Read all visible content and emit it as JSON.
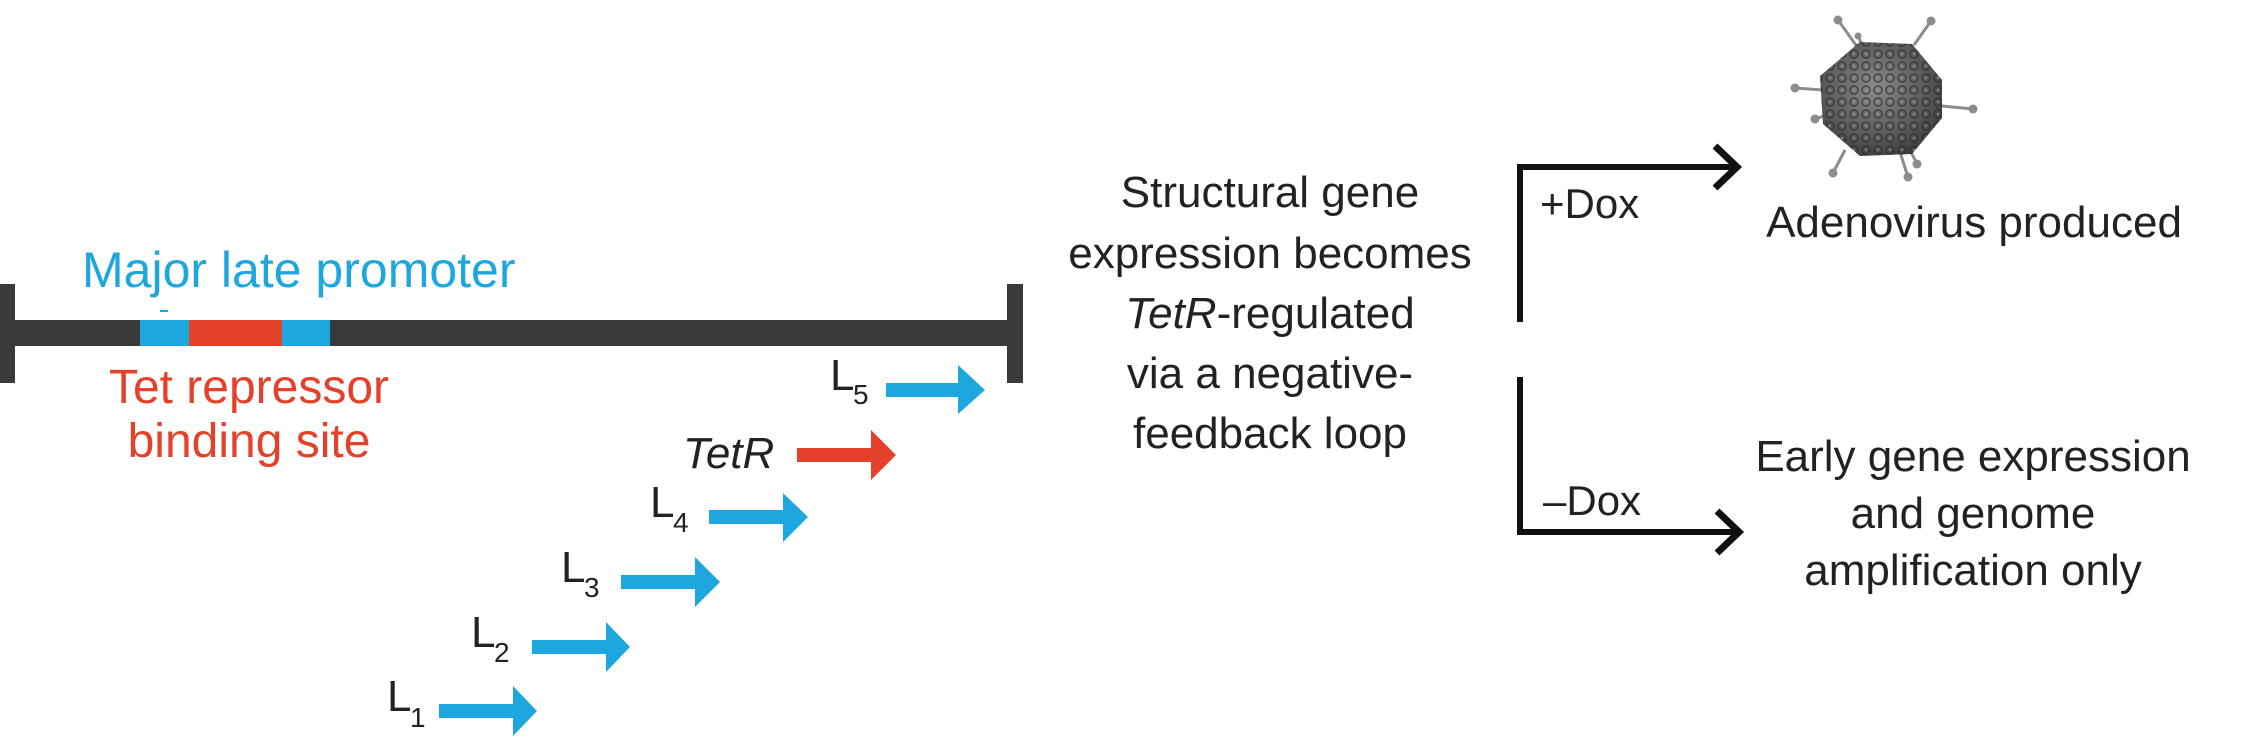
{
  "colors": {
    "promoter_blue": "#1ea7df",
    "repressor_red": "#e5402a",
    "genome_bar": "#3a3a3a",
    "text_dark": "#222222"
  },
  "genome": {
    "promoter_label": "Major late promoter",
    "repressor_label_line1": "Tet repressor",
    "repressor_label_line2": "binding site"
  },
  "transcripts": [
    {
      "label": "L",
      "subscript": "1",
      "color": "blue"
    },
    {
      "label": "L",
      "subscript": "2",
      "color": "blue"
    },
    {
      "label": "L",
      "subscript": "3",
      "color": "blue"
    },
    {
      "label": "L",
      "subscript": "4",
      "color": "blue"
    },
    {
      "label": "TetR",
      "subscript": "",
      "color": "red",
      "italic": true
    },
    {
      "label": "L",
      "subscript": "5",
      "color": "blue"
    }
  ],
  "middle_text": {
    "line1": "Structural gene",
    "line2": "expression becomes",
    "line3_italic": "TetR",
    "line3_rest": "-regulated",
    "line4": "via a negative-",
    "line5": "feedback loop"
  },
  "branches": {
    "plus": {
      "condition": "+Dox",
      "outcome": "Adenovirus produced",
      "icon": "adenovirus-icon"
    },
    "minus": {
      "condition": "–Dox",
      "outcome_line1": "Early gene expression",
      "outcome_line2": "and genome",
      "outcome_line3": "amplification only"
    }
  }
}
